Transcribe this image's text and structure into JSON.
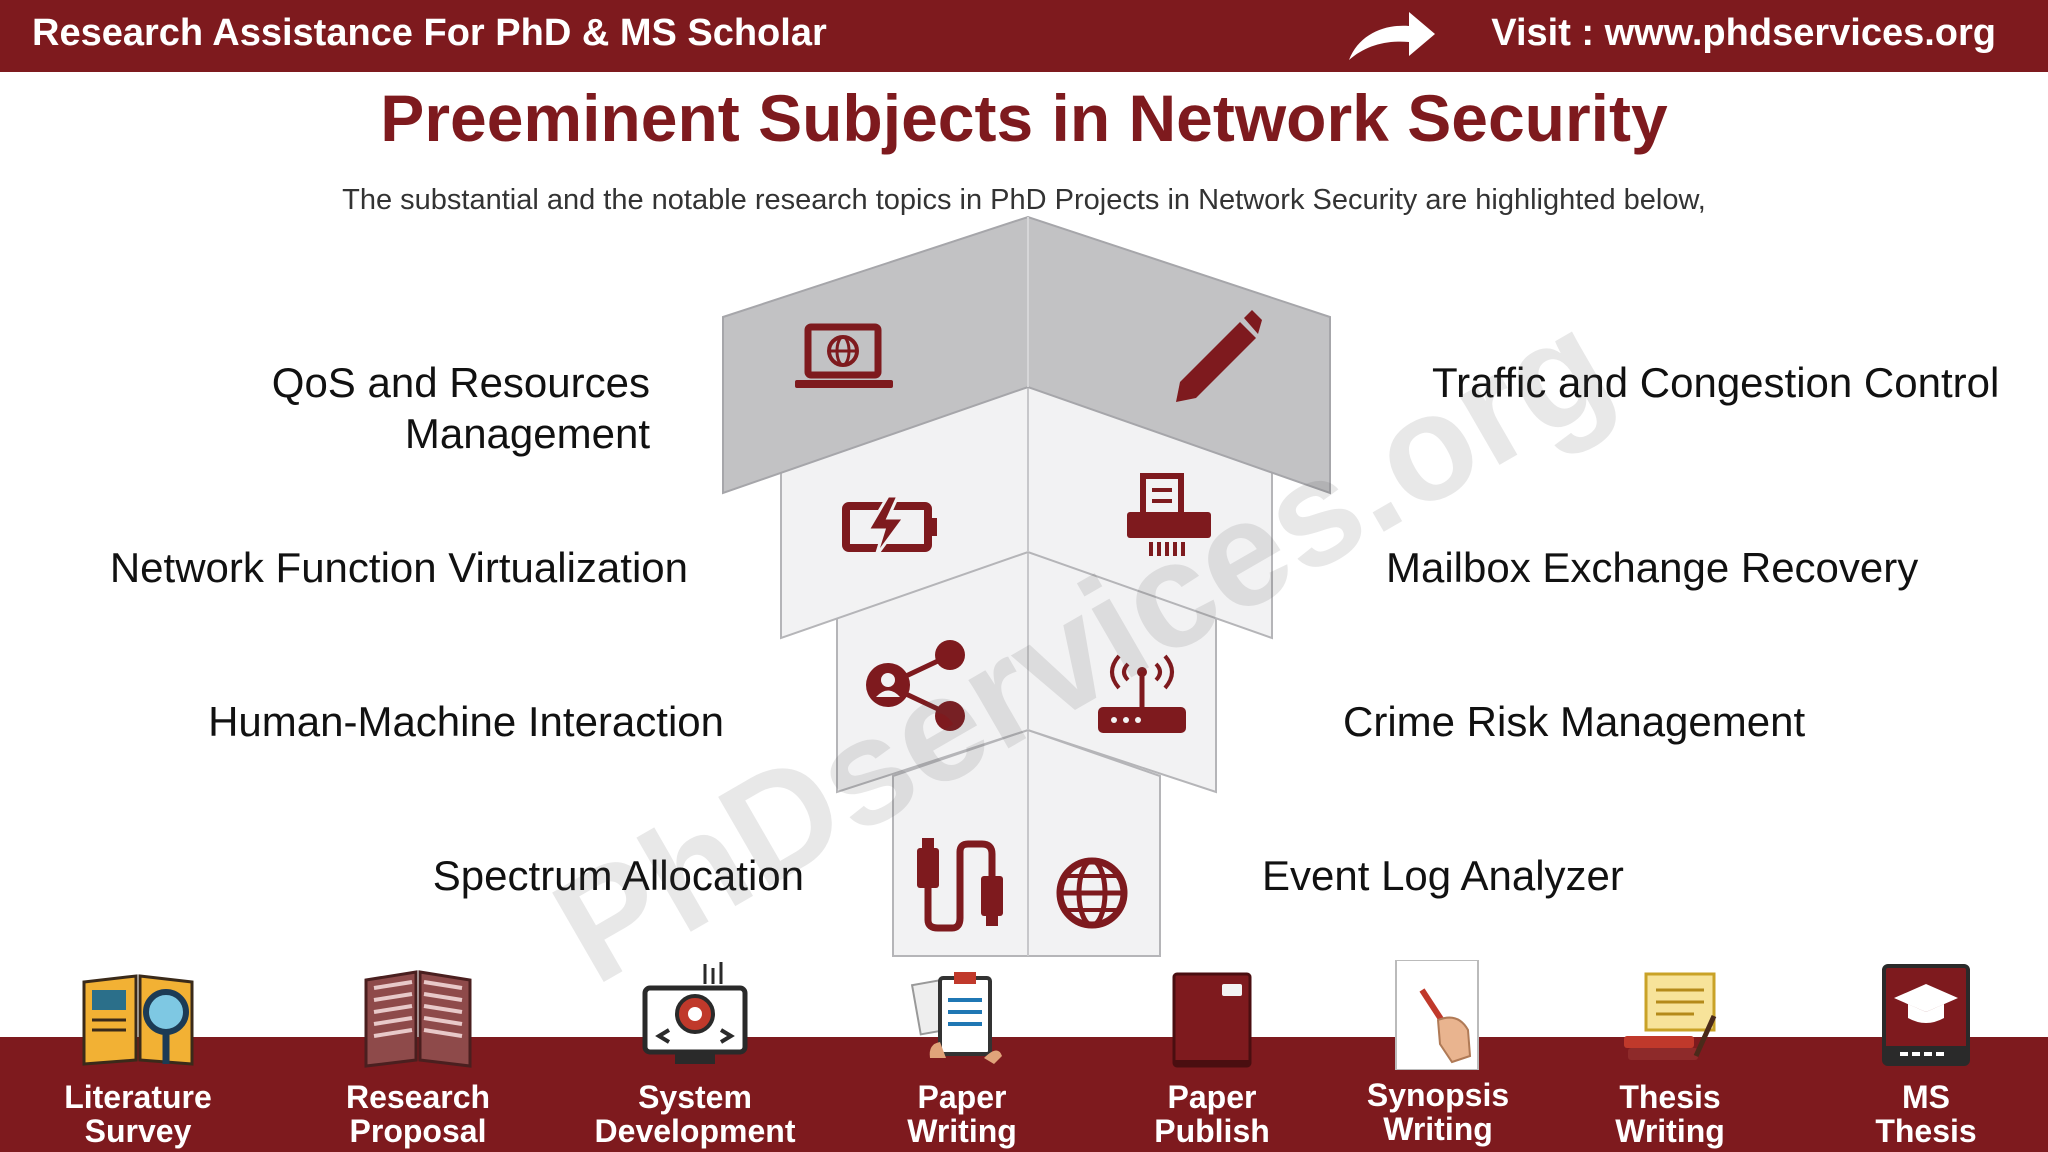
{
  "header": {
    "left_text": "Research Assistance For PhD & MS Scholar",
    "right_text": "Visit : www.phdservices.org"
  },
  "title": "Preeminent Subjects in Network Security",
  "subtitle": "The substantial and the notable research topics in PhD Projects in Network Security are highlighted below,",
  "watermark": "PhDservices.org",
  "topics_left": [
    {
      "line1": "QoS and Resources",
      "line2": "Management",
      "icon": "laptop-globe-icon"
    },
    {
      "line1": "Network Function Virtualization",
      "icon": "battery-charging-icon"
    },
    {
      "line1": "Human-Machine Interaction",
      "icon": "user-share-icon"
    },
    {
      "line1": "Spectrum Allocation",
      "icon": "usb-cable-icon"
    }
  ],
  "topics_right": [
    {
      "line1": "Traffic and Congestion Control",
      "icon": "pen-icon"
    },
    {
      "line1": "Mailbox Exchange Recovery",
      "icon": "paper-shredder-icon"
    },
    {
      "line1": "Crime Risk Management",
      "icon": "wifi-router-icon"
    },
    {
      "line1": "Event Log Analyzer",
      "icon": "globe-icon"
    }
  ],
  "services": [
    {
      "line1": "Literature",
      "line2": "Survey",
      "icon": "book-magnifier-icon"
    },
    {
      "line1": "Research",
      "line2": "Proposal",
      "icon": "open-book-icon"
    },
    {
      "line1": "System",
      "line2": "Development",
      "icon": "monitor-gear-icon"
    },
    {
      "line1": "Paper",
      "line2": "Writing",
      "icon": "clipboard-writing-icon"
    },
    {
      "line1": "Paper",
      "line2": "Publish",
      "icon": "notebook-icon"
    },
    {
      "line1": "Synopsis",
      "line2": "Writing",
      "icon": "hand-writing-icon"
    },
    {
      "line1": "Thesis",
      "line2": "Writing",
      "icon": "scroll-books-icon"
    },
    {
      "line1": "MS",
      "line2": "Thesis",
      "icon": "graduation-book-icon"
    }
  ],
  "colors": {
    "brand": "#7e1a1e",
    "panel_top": "#c2c2c4",
    "panel": "#f2f2f3"
  }
}
